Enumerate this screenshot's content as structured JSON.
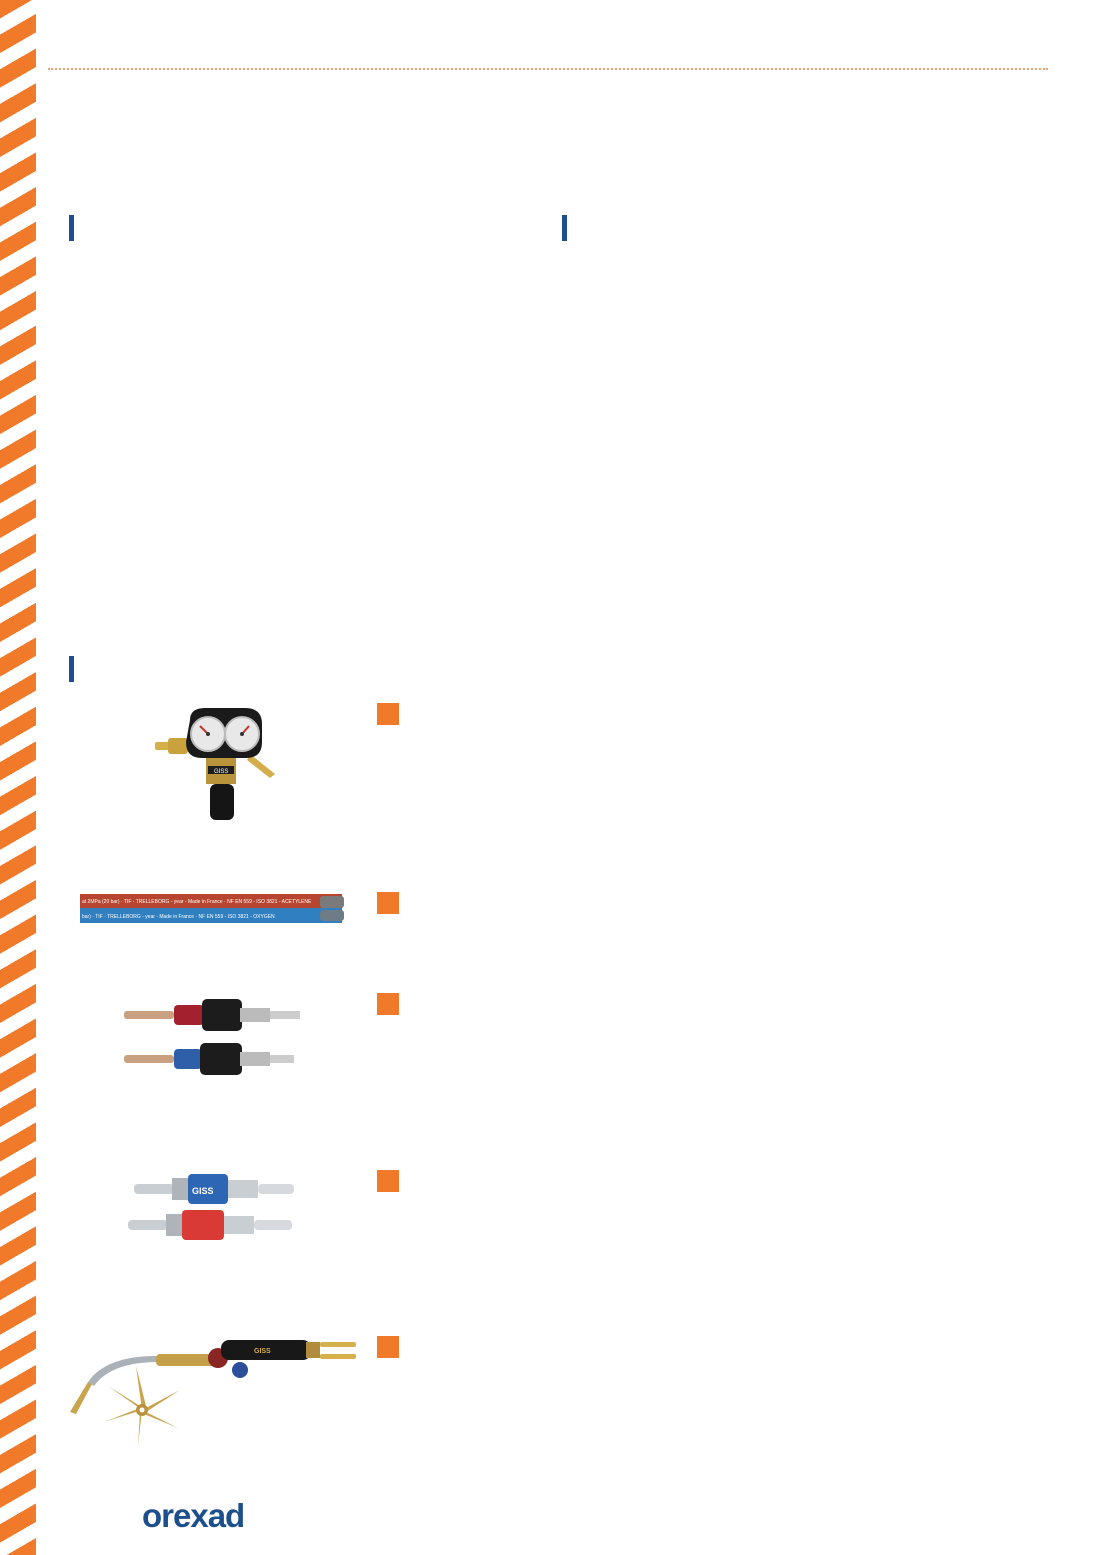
{
  "brand": {
    "logo_text": "orexad"
  },
  "colors": {
    "accent": "#f07a2a",
    "brand_blue": "#1d4f8c"
  },
  "products": [
    {
      "id": "regulator",
      "icon": "pressure-regulator",
      "embossed": "GISS"
    },
    {
      "id": "hose",
      "icon": "twin-hose",
      "print_red": "at 2MPa (20 bar) · TIF · TRELLEBORG - year - Made in France · NF EN 559 - ISO 3821 - ACETYLENE",
      "print_blue": "bar) · TIF · TRELLEBORG - year - Made in France · NF EN 559 - ISO 3821 - OXYGEN"
    },
    {
      "id": "couplers",
      "icon": "quick-couplers"
    },
    {
      "id": "flashback-arrestors",
      "icon": "flashback-arrestors",
      "embossed": "GISS"
    },
    {
      "id": "torch",
      "icon": "welding-torch",
      "embossed": "GISS"
    }
  ]
}
